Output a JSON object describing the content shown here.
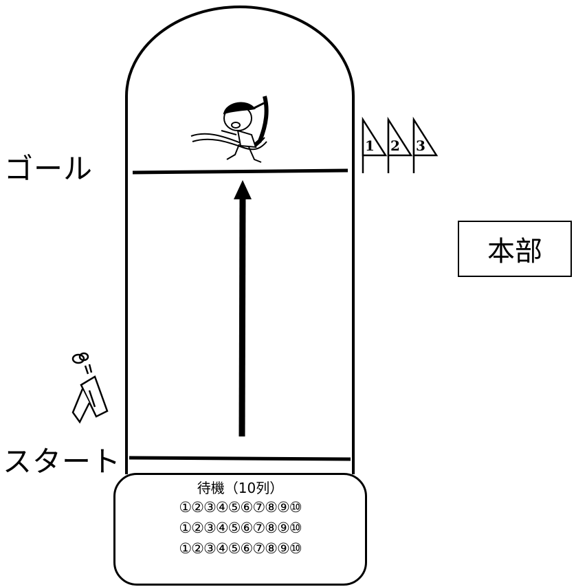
{
  "labels": {
    "goal": "ゴール",
    "start": "スタート",
    "headquarters": "本部"
  },
  "flags": [
    "1",
    "2",
    "3"
  ],
  "waiting": {
    "title": "待機（10列）",
    "rows": [
      "①②③④⑤⑥⑦⑧⑨⑩",
      "①②③④⑤⑥⑦⑧⑨⑩",
      "①②③④⑤⑥⑦⑧⑨⑩"
    ]
  },
  "icons": {
    "runner": "finishing-runner-icon",
    "pistol": "starter-pistol-icon",
    "flags": "rank-flag-icon",
    "arrow": "direction-arrow-icon"
  },
  "colors": {
    "line": "#000000",
    "background": "#ffffff"
  }
}
